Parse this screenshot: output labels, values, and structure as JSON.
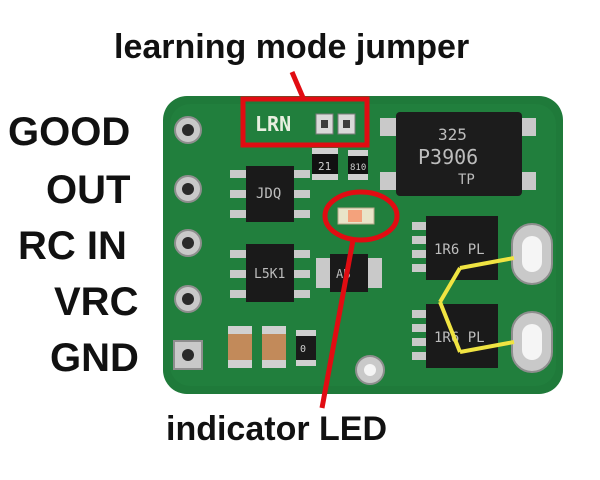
{
  "callouts": {
    "top": "learning mode jumper",
    "bottom": "indicator LED"
  },
  "pin_labels": [
    "GOOD",
    "OUT",
    "RC IN",
    "VRC",
    "GND"
  ],
  "board_silkscreen": {
    "jumper": "LRN",
    "main_ic_line1": "325",
    "main_ic_line2": "P3906",
    "main_ic_line3": "TP",
    "sot_1": "JDQ",
    "sot_2": "L5K1",
    "led_resistor": "AB",
    "small_part_1": "21",
    "small_part_2": "810",
    "mosfet_1": "1R6 PL",
    "mosfet_2": "1R6 PL",
    "cap_1": "0"
  },
  "colors": {
    "board": "#1f7a3a",
    "board_dark": "#155e2b",
    "callout_red": "#e10c12",
    "leader_yellow": "#f0e442",
    "pad_silver": "#c9c9c9"
  }
}
